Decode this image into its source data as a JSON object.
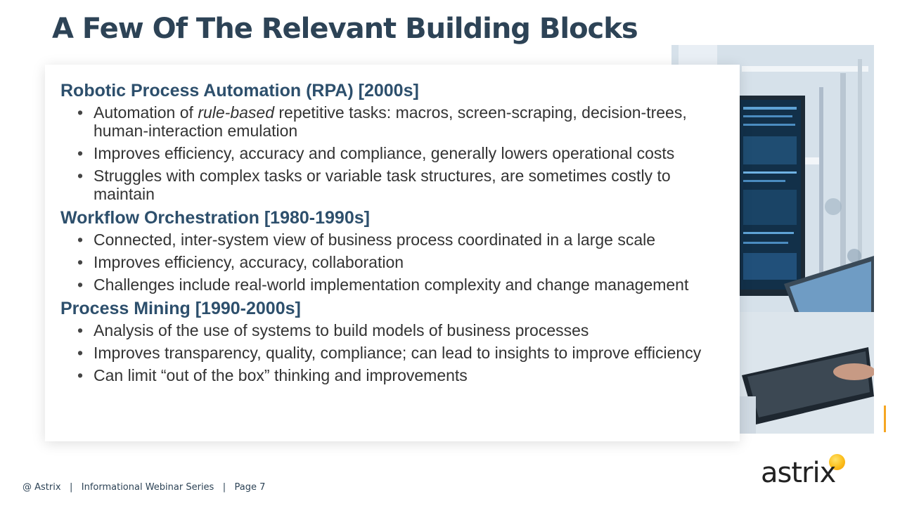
{
  "slide": {
    "title": "A Few Of The Relevant Building Blocks",
    "sections": [
      {
        "heading": "Robotic Process Automation (RPA) [2000s]",
        "bullets": [
          {
            "pre": "Automation of ",
            "em": "rule-based",
            "post": " repetitive tasks: macros, screen-scraping, decision-trees, human-interaction emulation"
          },
          {
            "text": "Improves efficiency, accuracy and compliance, generally lowers operational costs"
          },
          {
            "text": "Struggles with complex tasks or variable task structures, are sometimes costly to maintain"
          }
        ]
      },
      {
        "heading": "Workflow Orchestration [1980-1990s]",
        "bullets": [
          {
            "text": "Connected, inter-system view of business process coordinated in a large scale"
          },
          {
            "text": "Improves efficiency, accuracy, collaboration"
          },
          {
            "text": "Challenges include real-world implementation complexity and change management"
          }
        ]
      },
      {
        "heading": "Process Mining [1990-2000s]",
        "bullets": [
          {
            "text": "Analysis of the use of systems to build models of business processes"
          },
          {
            "text": "Improves transparency, quality, compliance; can lead to insights to improve efficiency"
          },
          {
            "text": "Can limit “out of the box” thinking and improvements"
          }
        ]
      }
    ]
  },
  "footer": {
    "copyright": "@ Astrix",
    "separator": "|",
    "series": "Informational Webinar Series",
    "page": "Page 7"
  },
  "logo": {
    "wordmark": "astrix",
    "sun_color": "#fbbd1a"
  },
  "photo": {
    "icon": "lab-computer-photo"
  },
  "colors": {
    "title": "#2d4356",
    "heading": "#2d4f6c",
    "body": "#333333",
    "accent": "#f5a623"
  }
}
